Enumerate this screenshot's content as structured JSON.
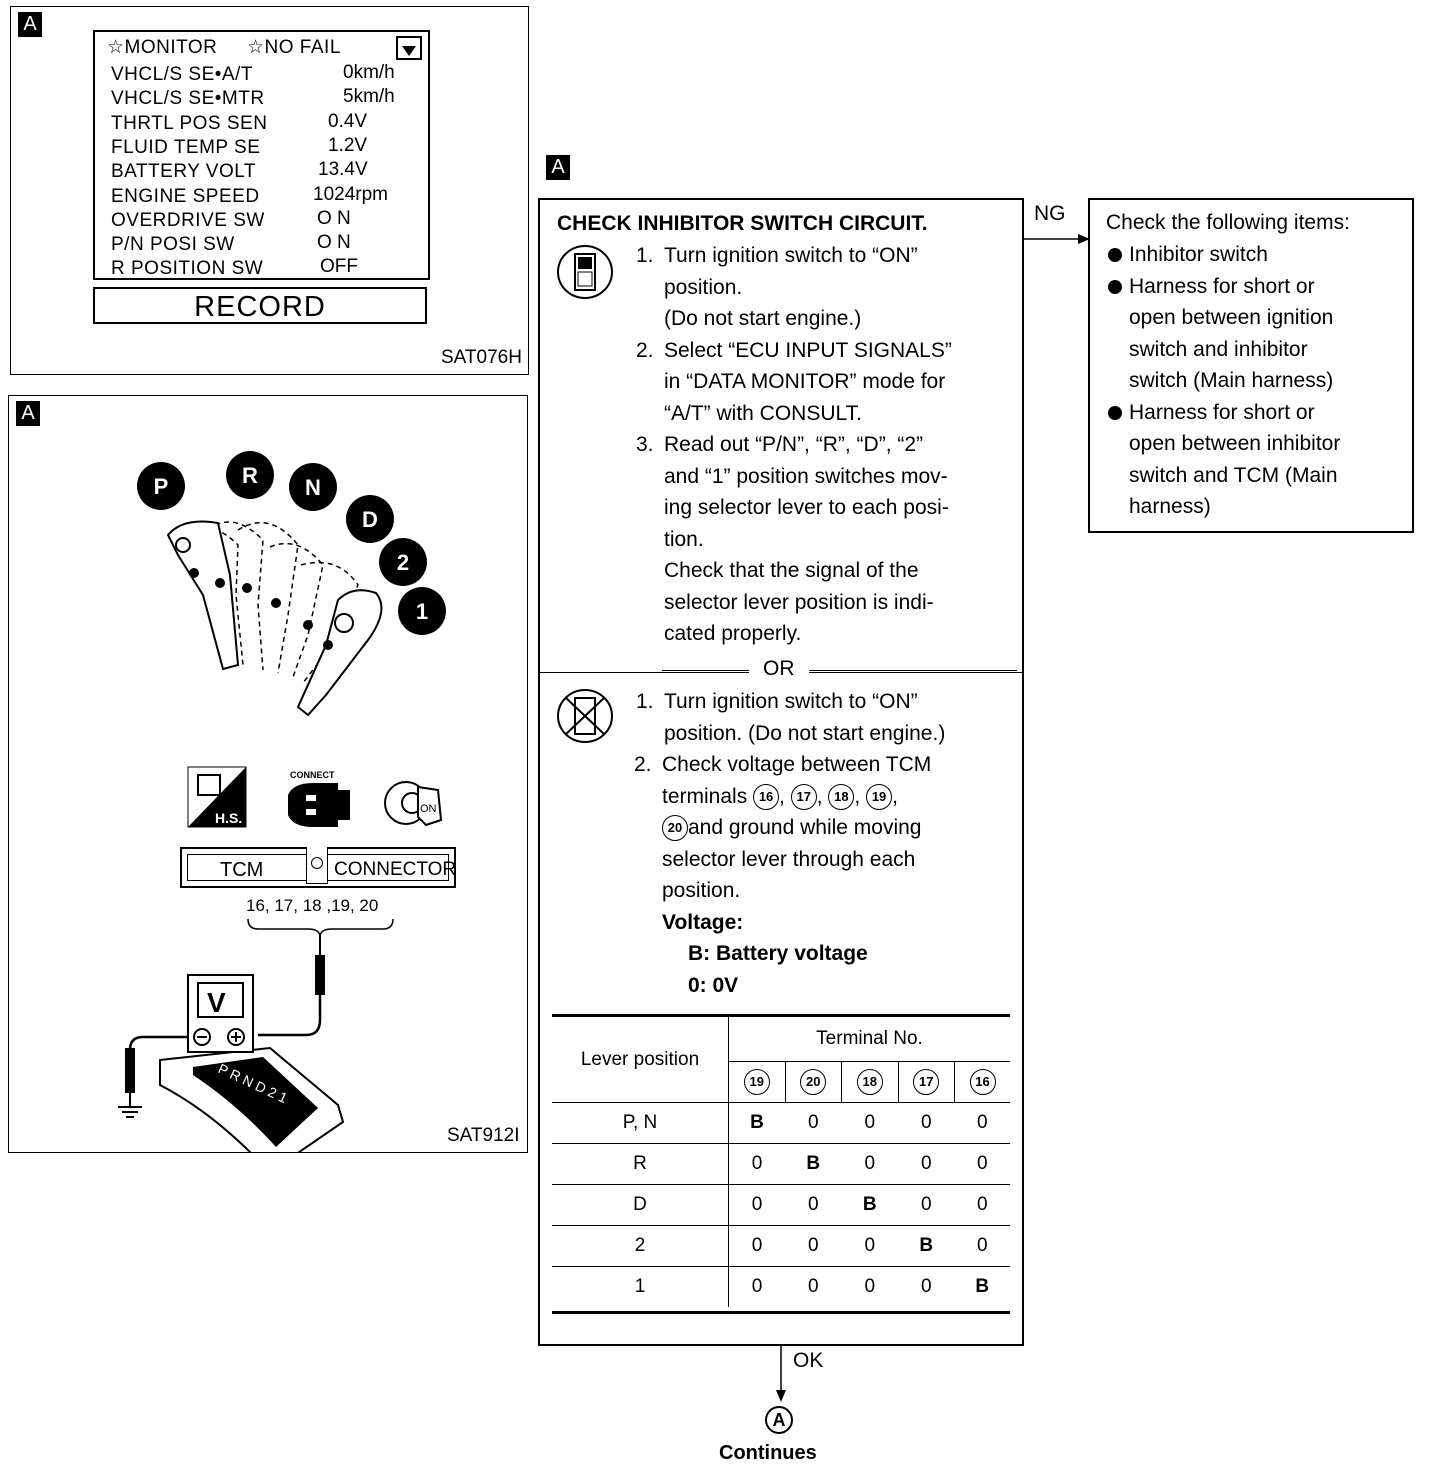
{
  "panel1": {
    "tag": "A",
    "header_left": "☆MONITOR",
    "header_right": "☆NO FAIL",
    "rows": [
      {
        "label": "VHCL/S SE•A/T",
        "value": "0km/h"
      },
      {
        "label": "VHCL/S SE•MTR",
        "value": "5km/h"
      },
      {
        "label": "THRTL POS SEN",
        "value": "0.4V"
      },
      {
        "label": "FLUID TEMP SE",
        "value": "1.2V"
      },
      {
        "label": "BATTERY VOLT",
        "value": "13.4V"
      },
      {
        "label": "ENGINE SPEED",
        "value": "1024rpm"
      },
      {
        "label": "OVERDRIVE SW",
        "value": "O N"
      },
      {
        "label": "P/N POSI SW",
        "value": "O N"
      },
      {
        "label": "R POSITION SW",
        "value": "OFF"
      }
    ],
    "record": "RECORD",
    "code": "SAT076H"
  },
  "panel2": {
    "tag": "A",
    "positions": [
      "P",
      "R",
      "N",
      "D",
      "2",
      "1"
    ],
    "hs_label": "H.S.",
    "connect_label": "CONNECT",
    "on_label": "ON",
    "tcm": "TCM",
    "connector": "CONNECTOR",
    "terminals": "16, 17, 18 ,19, 20",
    "meter": "V",
    "code": "SAT912I"
  },
  "main": {
    "tag": "A",
    "title": "CHECK INHIBITOR SWITCH CIRCUIT.",
    "steps_a": [
      {
        "n": "1.",
        "lines": [
          "Turn ignition switch to “ON”",
          "position.",
          "(Do not start engine.)"
        ]
      },
      {
        "n": "2.",
        "lines": [
          "Select “ECU INPUT SIGNALS”",
          "in “DATA MONITOR” mode for",
          "“A/T” with CONSULT."
        ]
      },
      {
        "n": "3.",
        "lines": [
          "Read out “P/N”, “R”, “D”, “2”",
          "and “1” position switches mov-",
          "ing selector lever to each posi-",
          "tion.",
          "Check that the signal of the",
          "selector lever position is indi-",
          "cated properly."
        ]
      }
    ],
    "or": "OR",
    "step_b1": {
      "n": "1.",
      "lines": [
        "Turn ignition switch to “ON”",
        "position. (Do not start engine.)"
      ]
    },
    "step_b2": {
      "n": "2.",
      "line1": "Check voltage between TCM",
      "line2_prefix": "terminals",
      "term_nums": [
        "16",
        "17",
        "18",
        "19",
        "20"
      ],
      "line3_suffix": "and ground while moving",
      "line4": "selector lever through each",
      "line5": "position."
    },
    "voltage_title": "Voltage:",
    "voltage_b": "B: Battery voltage",
    "voltage_0": "0: 0V",
    "table": {
      "lever_header": "Lever position",
      "terminal_header": "Terminal No.",
      "terminals": [
        "19",
        "20",
        "18",
        "17",
        "16"
      ],
      "rows": [
        {
          "pos": "P, N",
          "vals": [
            "B",
            "0",
            "0",
            "0",
            "0"
          ]
        },
        {
          "pos": "R",
          "vals": [
            "0",
            "B",
            "0",
            "0",
            "0"
          ]
        },
        {
          "pos": "D",
          "vals": [
            "0",
            "0",
            "B",
            "0",
            "0"
          ]
        },
        {
          "pos": "2",
          "vals": [
            "0",
            "0",
            "0",
            "B",
            "0"
          ]
        },
        {
          "pos": "1",
          "vals": [
            "0",
            "0",
            "0",
            "0",
            "B"
          ]
        }
      ]
    },
    "ng": "NG",
    "ok": "OK",
    "continue_mark": "A",
    "continues": "Continues"
  },
  "ng_box": {
    "title": "Check the following items:",
    "items": [
      [
        "Inhibitor switch"
      ],
      [
        "Harness for short or",
        "open between ignition",
        "switch and inhibitor",
        "switch (Main harness)"
      ],
      [
        "Harness for short or",
        "open between inhibitor",
        "switch and TCM (Main",
        "harness)"
      ]
    ]
  }
}
